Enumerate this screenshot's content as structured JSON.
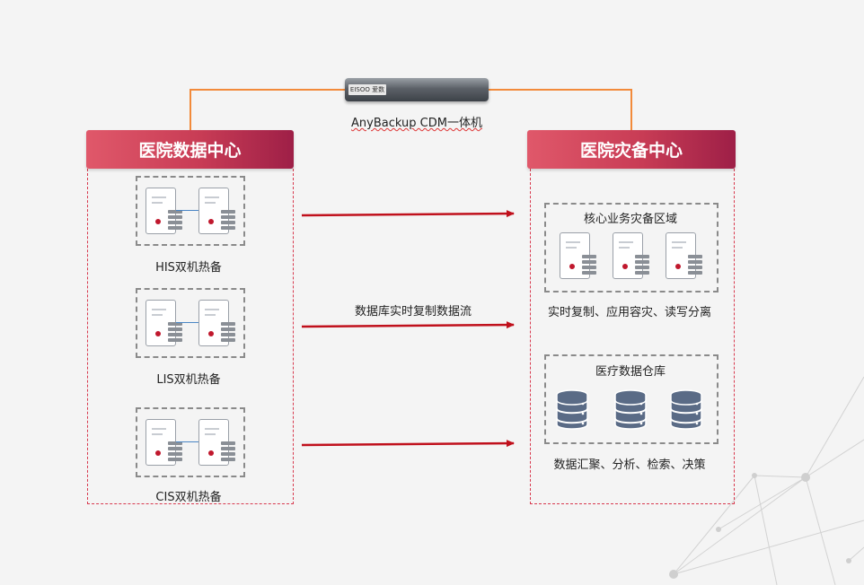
{
  "appliance": {
    "logo": "EISOO 爱数",
    "caption": "AnyBackup CDM一体机"
  },
  "left_center": {
    "title": "医院数据中心",
    "groups": [
      {
        "label": "HIS双机热备"
      },
      {
        "label": "LIS双机热备"
      },
      {
        "label": "CIS双机热备"
      }
    ]
  },
  "flow_label": "数据库实时复制数据流",
  "right_center": {
    "title": "医院灾备中心",
    "core": {
      "title": "核心业务灾备区域",
      "caption": "实时复制、应用容灾、读写分离"
    },
    "warehouse": {
      "title": "医疗数据仓库",
      "caption": "数据汇聚、分析、检索、决策"
    }
  },
  "colors": {
    "accent": "#c83c55",
    "arrow": "#c0101c",
    "connector": "#f28a3a"
  }
}
